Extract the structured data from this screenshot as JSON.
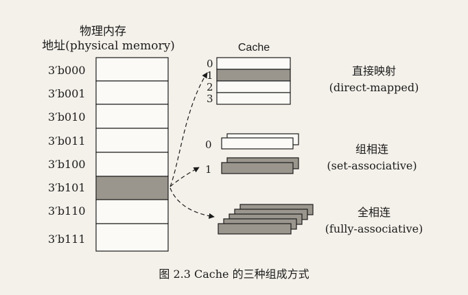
{
  "memory": {
    "title_line1": "物理内存",
    "title_line2": "地址(physical memory)",
    "addresses": [
      "3′b000",
      "3′b001",
      "3′b010",
      "3′b011",
      "3′b100",
      "3′b101",
      "3′b110",
      "3′b111"
    ],
    "highlighted_index": 5
  },
  "cache": {
    "title": "Cache",
    "direct_indices": [
      "0",
      "1",
      "2",
      "3"
    ],
    "set_indices": [
      "0",
      "1"
    ]
  },
  "labels": {
    "direct_cn": "直接映射",
    "direct_en": "(direct-mapped)",
    "set_cn": "组相连",
    "set_en": "(set-associative)",
    "fully_cn": "全相连",
    "fully_en": "(fully-associative)"
  },
  "caption": "图 2.3   Cache 的三种组成方式",
  "colors": {
    "line": "#1b1b1b",
    "fill_highlight": "#9a968e",
    "fill_white": "#fbfaf7",
    "background": "#f4f1ea"
  }
}
